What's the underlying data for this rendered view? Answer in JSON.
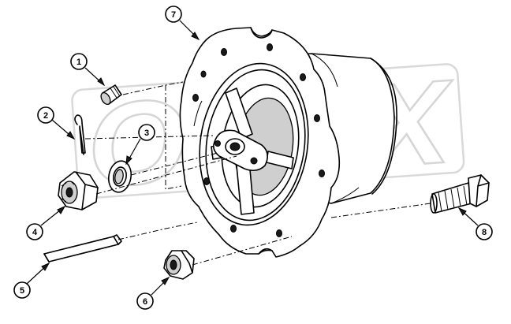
{
  "callouts": [
    {
      "label": "1"
    },
    {
      "label": "2"
    },
    {
      "label": "3"
    },
    {
      "label": "4"
    },
    {
      "label": "5"
    },
    {
      "label": "6"
    },
    {
      "label": "7"
    },
    {
      "label": "8"
    }
  ],
  "watermark": "OREX",
  "colors": {
    "ink": "#000000",
    "background": "#ffffff",
    "watermark": "#d6d6d6"
  }
}
